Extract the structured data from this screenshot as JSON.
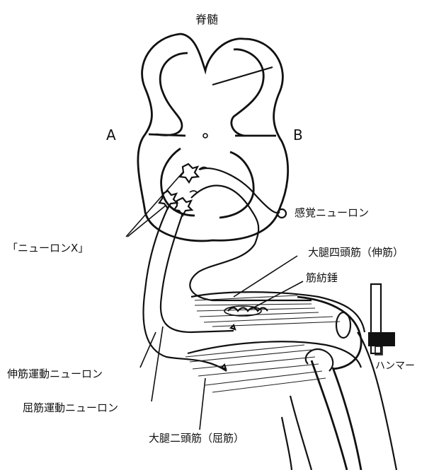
{
  "labels": {
    "spinal_cord": "脊髄",
    "side_a": "A",
    "side_b": "B",
    "sensory_neuron": "感覚ニューロン",
    "neuron_x": "「ニューロンX」",
    "quadriceps": "大腿四頭筋（伸筋）",
    "muscle_spindle": "筋紡錘",
    "hammer": "ハンマー",
    "extensor_motor_neuron": "伸筋運動ニューロン",
    "flexor_motor_neuron": "屈筋運動ニューロン",
    "biceps_femoris": "大腿二頭筋（屈筋）"
  }
}
